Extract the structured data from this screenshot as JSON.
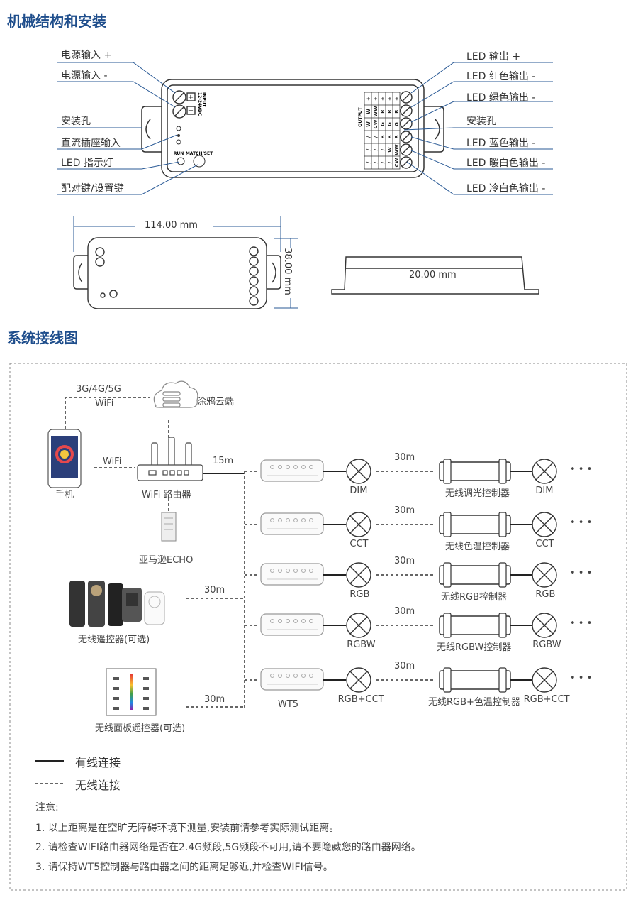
{
  "sections": {
    "mech_title": "机械结构和安装",
    "wiring_title": "系统接线图"
  },
  "mech": {
    "left_labels": [
      "电源输入 +",
      "电源输入 -",
      "安装孔",
      "直流插座输入",
      "LED 指示灯",
      "配对键/设置键"
    ],
    "right_labels": [
      "LED 输出 +",
      "LED 红色输出 -",
      "LED 绿色输出 -",
      "安装孔",
      "LED 蓝色输出 -",
      "LED 暖白色输出 -",
      "LED 冷白色输出 -"
    ],
    "input_text": "INPUT",
    "voltage_text": "12-24VDC",
    "output_text": "OUTPUT",
    "run_text": "RUN",
    "match_text": "MATCH/SET",
    "table_rows": [
      [
        "+",
        "+",
        "+",
        "+",
        "+"
      ],
      [
        "W",
        "WW",
        "R",
        "R",
        "R"
      ],
      [
        "W",
        "CW",
        "G",
        "G",
        "G"
      ],
      [
        "/",
        "/",
        "B",
        "B",
        "B"
      ],
      [
        "/",
        "/",
        "/",
        "W",
        "WW"
      ],
      [
        "/",
        "/",
        "/",
        "/",
        "CW"
      ]
    ],
    "dim_width": "114.00 mm",
    "dim_height": "38.00 mm",
    "dim_depth": "20.00 mm"
  },
  "wiring": {
    "cloud_label": "涂鸦云端",
    "net_label_1": "3G/4G/5G",
    "net_label_2": "WiFi",
    "phone_label": "手机",
    "wifi_label": "WiFi",
    "router_label": "WiFi 路由器",
    "echo_label": "亚马逊ECHO",
    "distance_15": "15m",
    "remote_label": "无线遥控器(可选)",
    "panel_label": "无线面板遥控器(可选)",
    "dist_remote": "30m",
    "dist_panel": "30m",
    "wt5_label": "WT5",
    "rows": [
      {
        "lamp": "DIM",
        "dist": "30m",
        "ctrl": "无线调光控制器",
        "lamp2": "DIM"
      },
      {
        "lamp": "CCT",
        "dist": "30m",
        "ctrl": "无线色温控制器",
        "lamp2": "CCT"
      },
      {
        "lamp": "RGB",
        "dist": "30m",
        "ctrl": "无线RGB控制器",
        "lamp2": "RGB"
      },
      {
        "lamp": "RGBW",
        "dist": "30m",
        "ctrl": "无线RGBW控制器",
        "lamp2": "RGBW"
      },
      {
        "lamp": "RGB+CCT",
        "dist": "30m",
        "ctrl": "无线RGB+色温控制器",
        "lamp2": "RGB+CCT"
      }
    ],
    "ellipsis": "• • •",
    "legend_wired": "有线连接",
    "legend_wireless": "无线连接",
    "notes_title": "注意:",
    "notes": [
      "1. 以上距离是在空旷无障碍环境下测量,安装前请参考实际测试距离。",
      "2. 请检查WIFI路由器网络是否在2.4G频段,5G频段不可用,请不要隐藏您的路由器网络。",
      "3. 请保持WT5控制器与路由器之间的距离足够近,并检查WIFI信号。"
    ]
  },
  "colors": {
    "heading": "#1f4e8c",
    "line": "#2a5a96"
  }
}
